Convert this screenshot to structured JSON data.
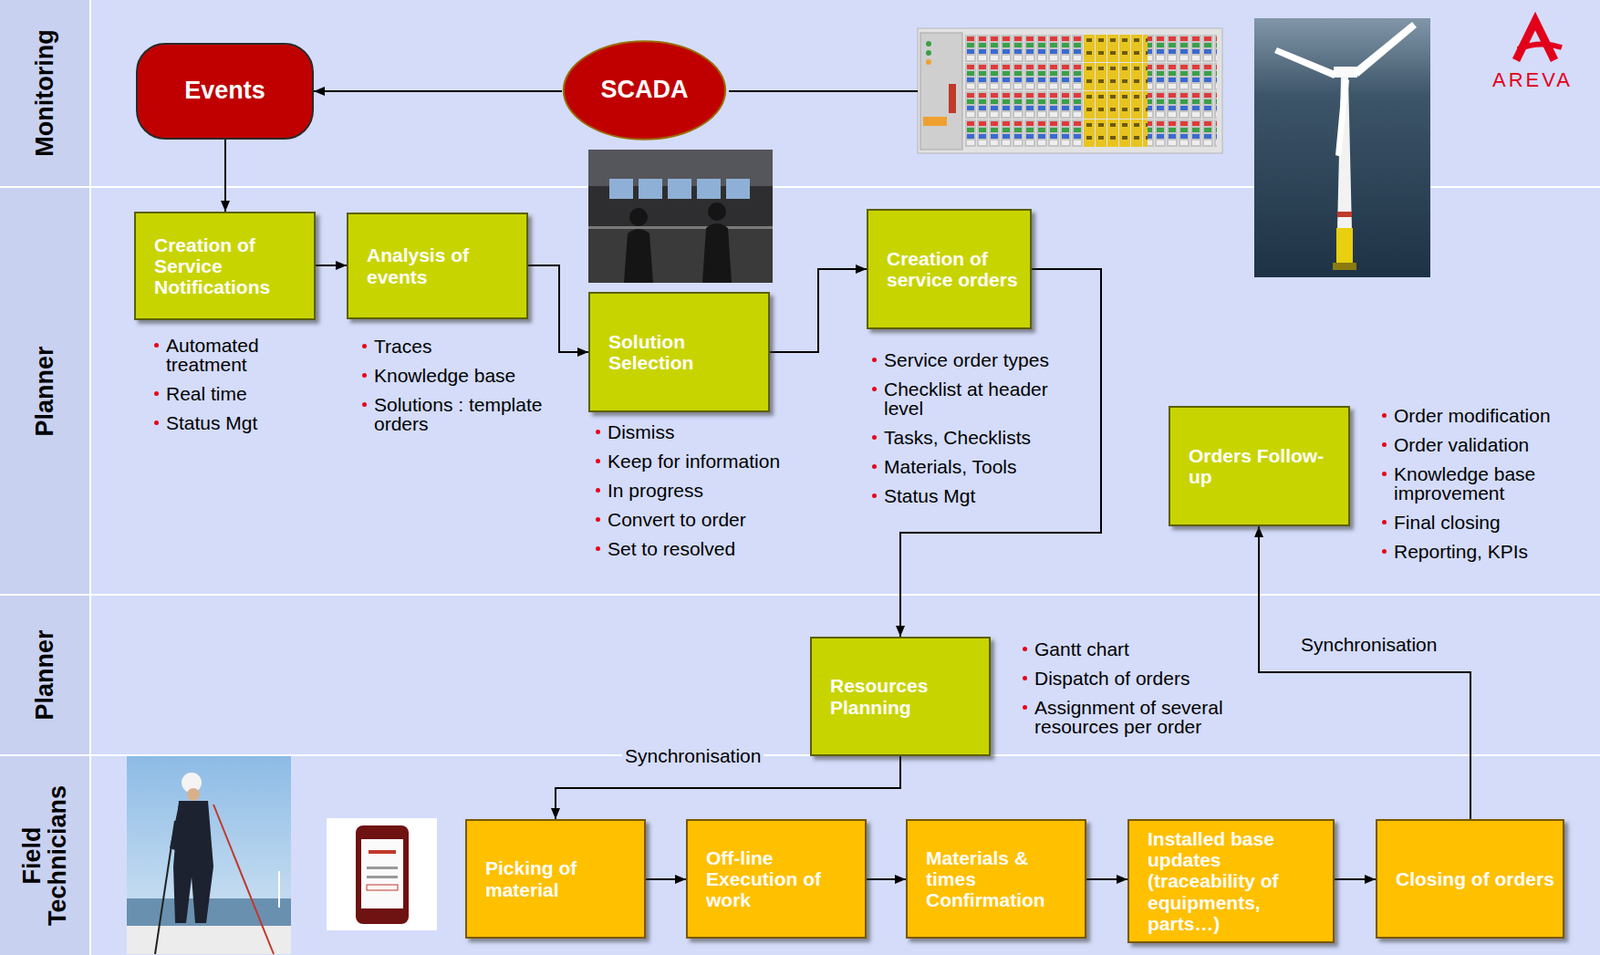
{
  "diagram": {
    "nodes": [
      {
        "text": [
          "Monitoring"
        ]
      },
      {
        "text": [
          "Events"
        ],
        "in": 0
      },
      {
        "text": [
          "SCADA"
        ],
        "in": 0
      },
      {
        "text": [
          "Planner"
        ]
      },
      {
        "text": [
          "Creation of Service Notifications"
        ],
        "in": 3
      },
      {
        "text": [
          "Analysis of events"
        ],
        "in": 3
      },
      {
        "text": [
          "Solution Selection"
        ],
        "in": 3
      },
      {
        "text": [
          "Creation of service orders"
        ],
        "in": 3
      },
      {
        "text": [
          "Orders Follow-up"
        ],
        "in": 3
      },
      {
        "text": [
          "Planner"
        ]
      },
      {
        "text": [
          "Resources Planning"
        ],
        "in": 9
      },
      {
        "text": [
          "Field Technicians"
        ]
      },
      {
        "text": [
          "Picking of material"
        ],
        "in": 11
      },
      {
        "text": [
          "Off-line Execution of work"
        ],
        "in": 11
      },
      {
        "text": [
          "Materials & times Confirmation"
        ],
        "in": 11
      },
      {
        "text": [
          "Installed base updates (traceability of equipments, parts…)"
        ],
        "in": 11
      },
      {
        "text": [
          "Closing of orders"
        ],
        "in": 11
      }
    ],
    "edges": [
      {
        "from": 2,
        "to": 1,
        "arrow": "to"
      },
      {
        "from": 1,
        "to": 4,
        "arrow": "to"
      },
      {
        "from": 4,
        "to": 5,
        "arrow": "to"
      },
      {
        "from": 5,
        "to": 6,
        "arrow": "to"
      },
      {
        "from": 6,
        "to": 7,
        "arrow": "to"
      },
      {
        "from": 7,
        "to": 10,
        "arrow": "to"
      },
      {
        "from": 10,
        "to": 12,
        "label": "Synchronisation",
        "arrow": "to"
      },
      {
        "from": 12,
        "to": 13,
        "arrow": "to"
      },
      {
        "from": 13,
        "to": 14,
        "arrow": "to"
      },
      {
        "from": 14,
        "to": 15,
        "arrow": "to"
      },
      {
        "from": 15,
        "to": 16,
        "arrow": "to"
      },
      {
        "from": 16,
        "to": 8,
        "label": "Synchronisation",
        "arrow": "to"
      }
    ],
    "labels": [
      "AREVA",
      "Automated treatment",
      "Real time",
      "Status Mgt",
      "Traces",
      "Knowledge base",
      "Solutions : template orders",
      "Dismiss",
      "Keep for information",
      "In progress",
      "Convert to order",
      "Set to resolved",
      "Service order types",
      "Checklist at header level",
      "Tasks, Checklists",
      "Materials, Tools",
      "Status Mgt",
      "Order modification",
      "Order validation",
      "Knowledge base improvement",
      "Final closing",
      "Reporting, KPIs",
      "Gantt chart",
      "Dispatch of orders",
      "Assignment of several resources per order"
    ]
  }
}
